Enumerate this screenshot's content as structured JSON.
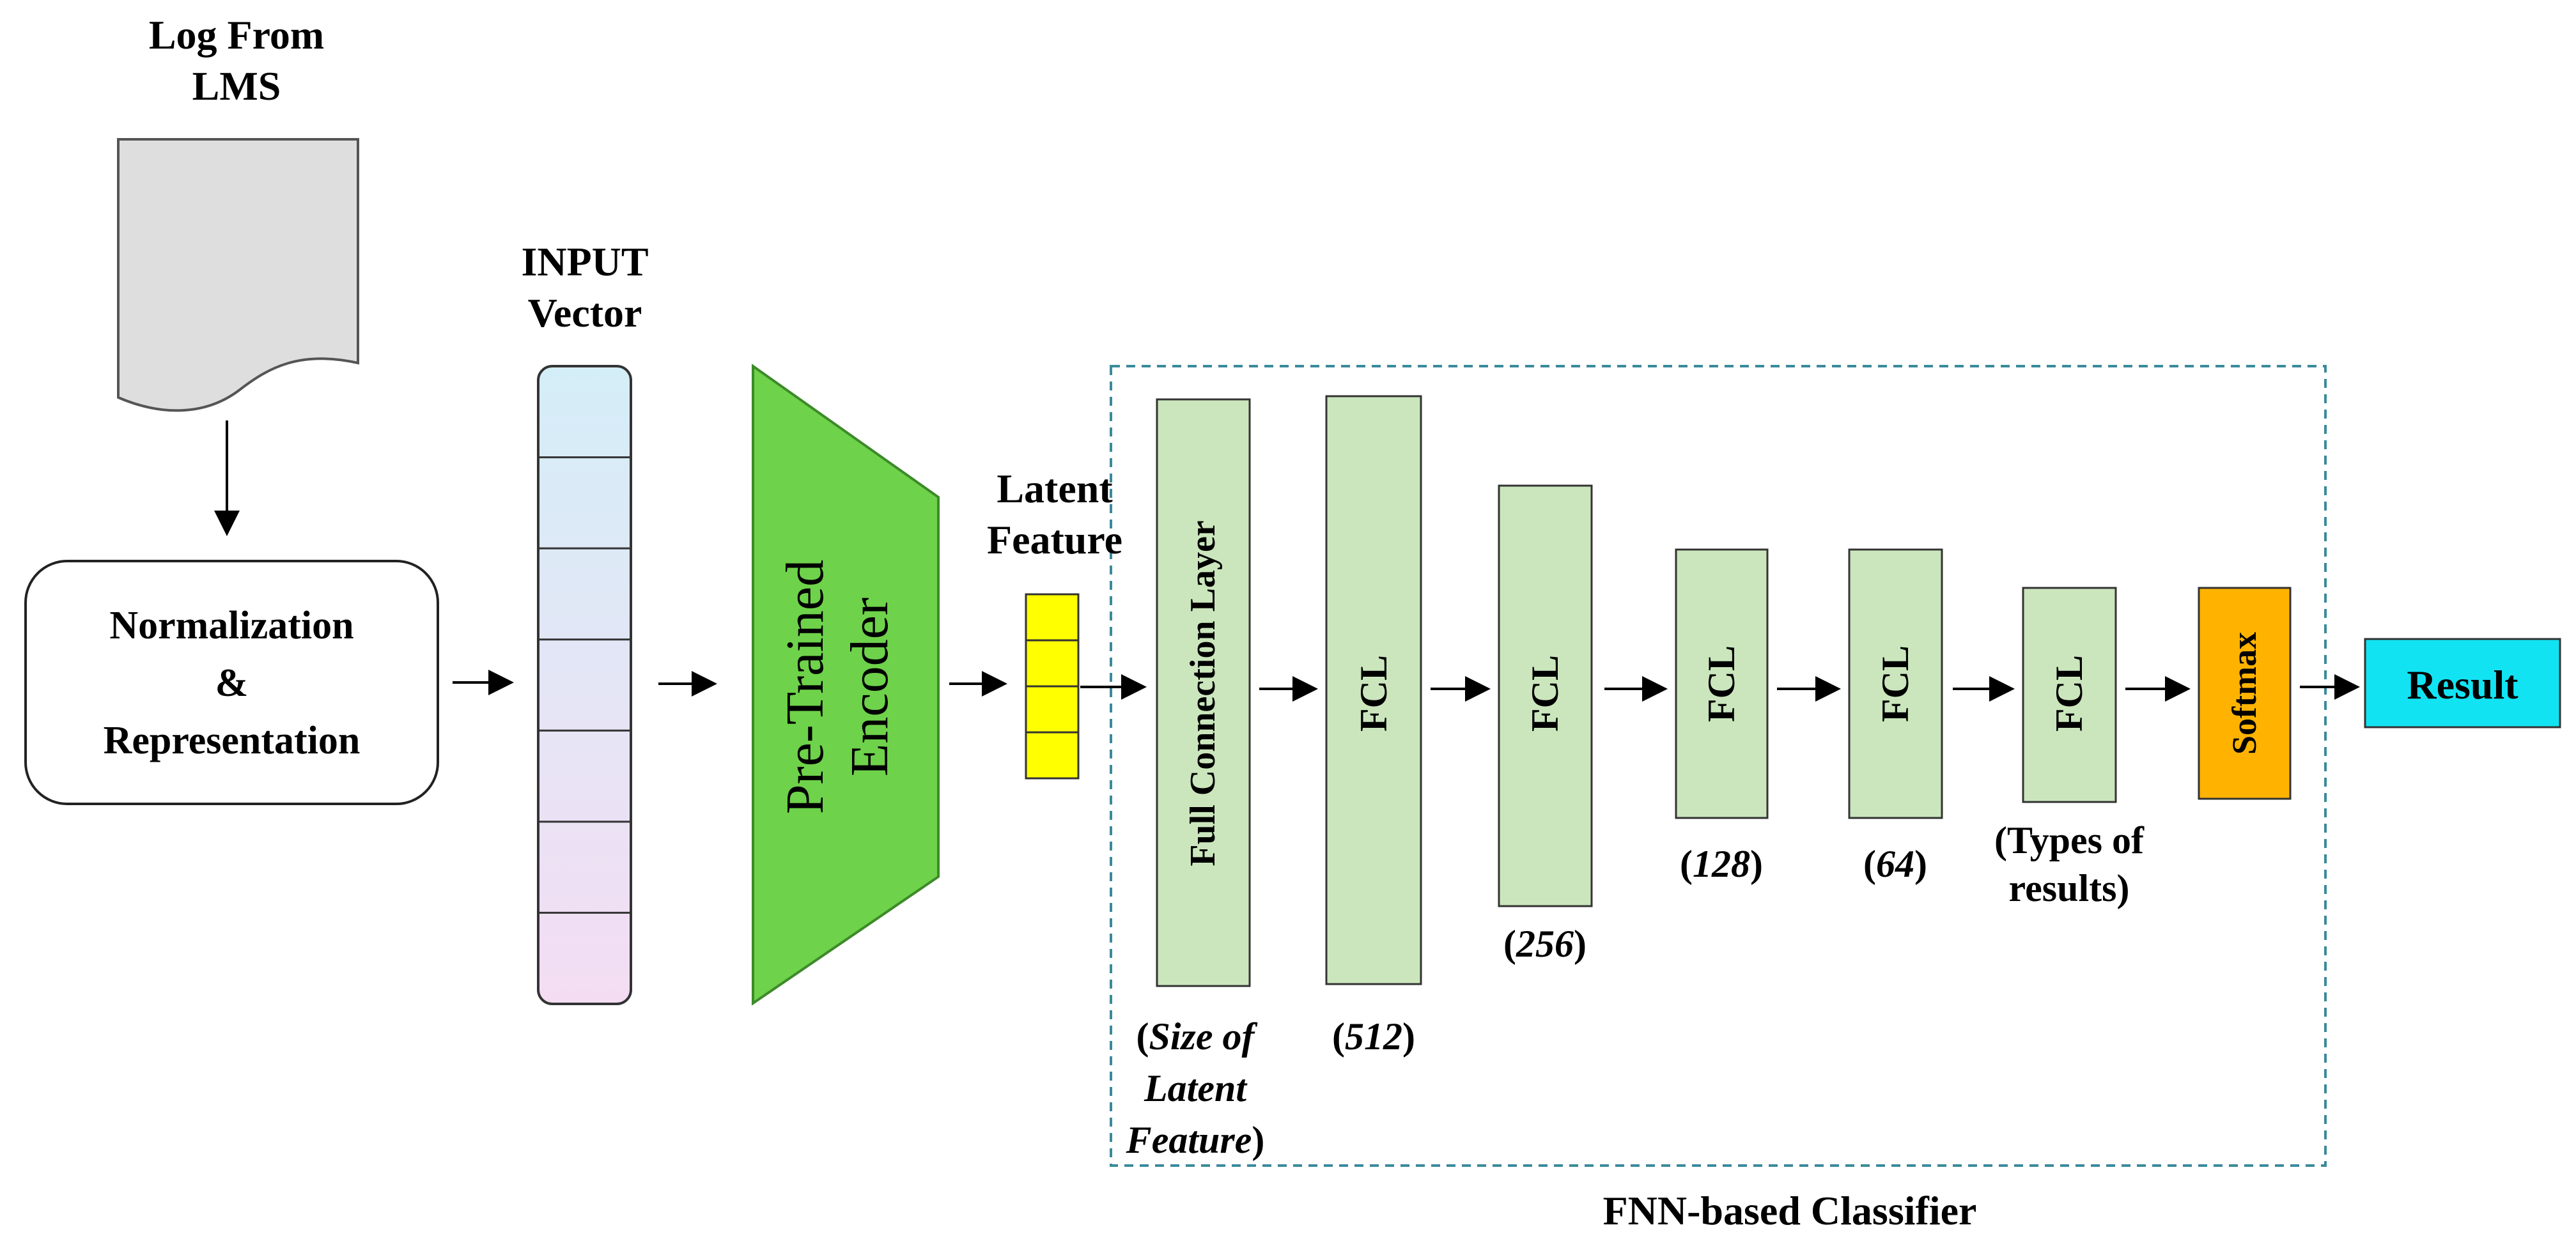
{
  "colors": {
    "document": "#dedede",
    "encoder": "#6ed24a",
    "latent": "#ffff00",
    "fcl": "#cbe6bc",
    "softmax": "#ffb300",
    "result": "#12e3f3",
    "classifier_border": "#3a8a9a"
  },
  "source": {
    "title_line1": "Log From",
    "title_line2": "LMS",
    "icon": "document-icon"
  },
  "preprocess": {
    "line1": "Normalization",
    "line2": "&",
    "line3": "Representation"
  },
  "input_vector": {
    "title_line1": "INPUT",
    "title_line2": "Vector",
    "cells": 7
  },
  "encoder": {
    "line1": "Pre-Trained",
    "line2": "Encoder"
  },
  "latent": {
    "title_line1": "Latent",
    "title_line2": "Feature",
    "cells": 4
  },
  "classifier": {
    "label": "FNN-based Classifier",
    "layers": [
      {
        "name": "Full Connection Layer",
        "size_line1": "(",
        "size_italic1": "Size of",
        "size_italic2": "Latent",
        "size_italic3": "Feature",
        "size_close": ")"
      },
      {
        "name": "FCL",
        "size_open": "(",
        "size_value": "512",
        "size_close": ")"
      },
      {
        "name": "FCL",
        "size_open": "(",
        "size_value": "256",
        "size_close": ")"
      },
      {
        "name": "FCL",
        "size_open": "(",
        "size_value": "128",
        "size_close": ")"
      },
      {
        "name": "FCL",
        "size_open": "(",
        "size_value": "64",
        "size_close": ")"
      },
      {
        "name": "FCL",
        "size_line1": "(Types of",
        "size_line2": "results)"
      }
    ],
    "softmax": "Softmax"
  },
  "result": {
    "label": "Result"
  }
}
